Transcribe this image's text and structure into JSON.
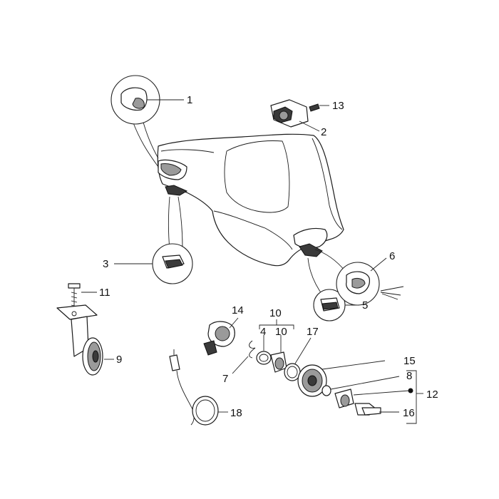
{
  "callouts": {
    "c1": "1",
    "c2": "2",
    "c3": "3",
    "c4": "4",
    "c5": "5",
    "c6": "6",
    "c7": "7",
    "c8": "8",
    "c9": "9",
    "c10_group": "10",
    "c10_item": "10",
    "c11": "11",
    "c12": "12",
    "c13": "13",
    "c14": "14",
    "c15": "15",
    "c16": "16",
    "c17": "17",
    "c18": "18"
  },
  "colors": {
    "line": "#1a1a1a",
    "shade": "#9a9a9a",
    "background": "#ffffff"
  }
}
